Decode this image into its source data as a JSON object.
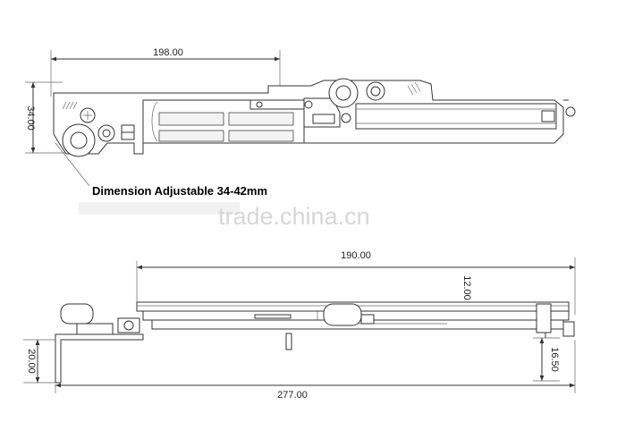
{
  "top_view": {
    "dim_length": "198.00",
    "dim_height": "34.00"
  },
  "note": "Dimension Adjustable 34-42mm",
  "watermark": "trade.china.cn",
  "bottom_view": {
    "dim_top_length": "190.00",
    "dim_inner_height": "12.00",
    "dim_left_height": "20.00",
    "dim_right_height": "16.50",
    "dim_total_length": "277.00"
  },
  "colors": {
    "line": "#333333",
    "background": "#ffffff",
    "watermark": "#d7d7d7"
  }
}
